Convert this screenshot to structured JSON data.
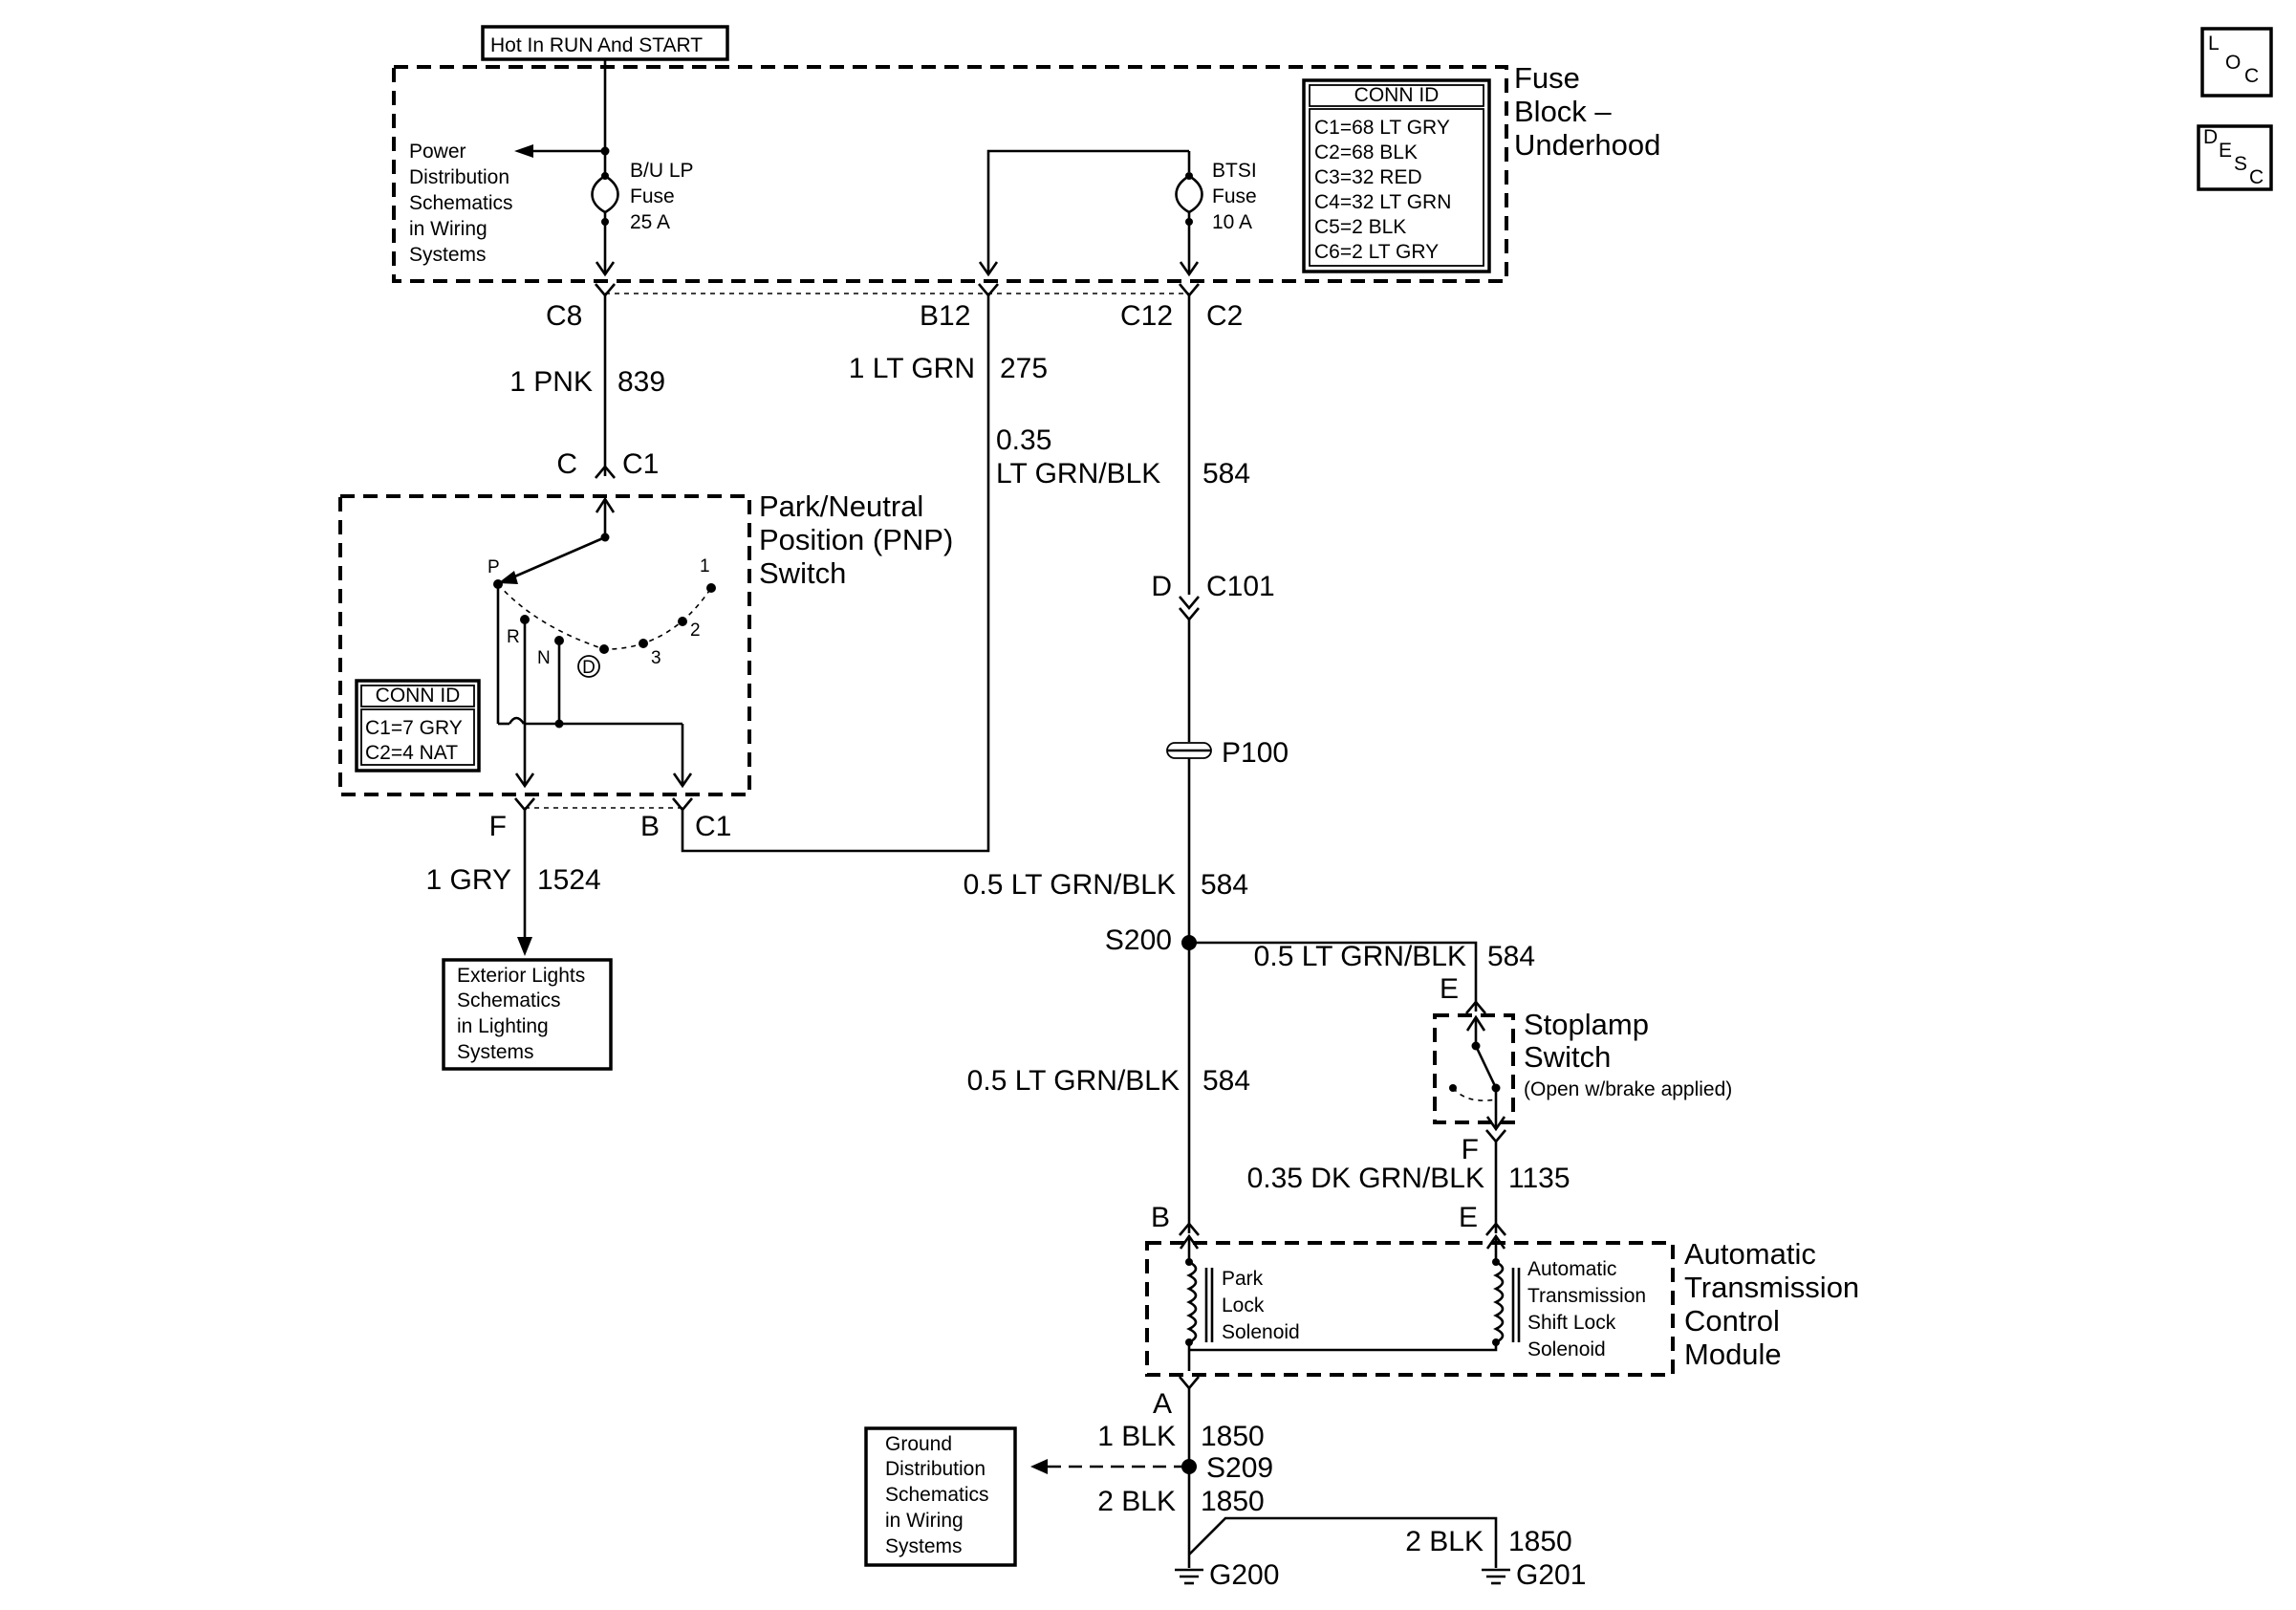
{
  "power_source": "Hot In RUN And START",
  "fuse_block": {
    "title_lines": [
      "Fuse",
      "Block –",
      "Underhood"
    ],
    "conn_id_title": "CONN ID",
    "conn_ids": [
      "C1=68 LT GRY",
      "C2=68 BLK",
      "C3=32 RED",
      "C4=32 LT GRN",
      "C5=2 BLK",
      "C6=2 LT GRY"
    ],
    "power_distribution_ref": [
      "Power",
      "Distribution",
      "Schematics",
      "in Wiring",
      "Systems"
    ],
    "fuse_bu_lp": [
      "B/U LP",
      "Fuse",
      "25 A"
    ],
    "fuse_btsi": [
      "BTSI",
      "Fuse",
      "10 A"
    ],
    "terminals": {
      "c8": "C8",
      "b12": "B12",
      "c12": "C12",
      "c2": "C2"
    }
  },
  "wires": {
    "pnk_839": {
      "gauge_color": "1 PNK",
      "circuit": "839"
    },
    "ltgrn_275": {
      "gauge_color": "1 LT GRN",
      "circuit": "275"
    },
    "ltgrnblk_584_a": {
      "gauge": "0.35",
      "color": "LT GRN/BLK",
      "circuit": "584"
    },
    "gry_1524": {
      "gauge_color": "1 GRY",
      "circuit": "1524"
    },
    "ltgrnblk_584_b": {
      "gauge_color": "0.5 LT GRN/BLK",
      "circuit": "584"
    },
    "ltgrnblk_584_c": {
      "gauge_color": "0.5 LT GRN/BLK",
      "circuit": "584"
    },
    "ltgrnblk_584_d": {
      "gauge_color": "0.5 LT GRN/BLK",
      "circuit": "584"
    },
    "dkgrnblk_1135": {
      "gauge_color": "0.35 DK GRN/BLK",
      "circuit": "1135"
    },
    "blk_1850_a": {
      "gauge_color": "1 BLK",
      "circuit": "1850"
    },
    "blk_1850_b": {
      "gauge_color": "2 BLK",
      "circuit": "1850"
    },
    "blk_1850_c": {
      "gauge_color": "2 BLK",
      "circuit": "1850"
    }
  },
  "pnp_switch": {
    "title_lines": [
      "Park/Neutral",
      "Position (PNP)",
      "Switch"
    ],
    "conn_id_title": "CONN ID",
    "conn_ids": [
      "C1=7 GRY",
      "C2=4 NAT"
    ],
    "positions": {
      "p": "P",
      "r": "R",
      "n": "N",
      "d": "D",
      "p3": "3",
      "p2": "2",
      "p1": "1"
    },
    "top_terminal": {
      "pin": "C",
      "conn": "C1"
    },
    "bottom_terminals": {
      "f": "F",
      "b": "B",
      "c1": "C1"
    }
  },
  "exterior_lights_ref": [
    "Exterior Lights",
    "Schematics",
    "in Lighting",
    "Systems"
  ],
  "connector_c101": {
    "pin": "D",
    "conn": "C101"
  },
  "splice_pack": "P100",
  "splices": {
    "s200": "S200",
    "s209": "S209"
  },
  "stoplamp_switch": {
    "pin_top": "E",
    "title_lines": [
      "Stoplamp",
      "Switch"
    ],
    "note": "(Open w/brake applied)",
    "pin_bottom": "F"
  },
  "tcm": {
    "title_lines": [
      "Automatic",
      "Transmission",
      "Control",
      "Module"
    ],
    "pin_b": "B",
    "pin_e": "E",
    "pin_a": "A",
    "park_lock": [
      "Park",
      "Lock",
      "Solenoid"
    ],
    "shift_lock": [
      "Automatic",
      "Transmission",
      "Shift Lock",
      "Solenoid"
    ]
  },
  "ground_distribution_ref": [
    "Ground",
    "Distribution",
    "Schematics",
    "in Wiring",
    "Systems"
  ],
  "grounds": {
    "g200": "G200",
    "g201": "G201"
  },
  "side_buttons": {
    "loc": {
      "l": "L",
      "o": "O",
      "c": "C"
    },
    "desc": {
      "d": "D",
      "e": "E",
      "s": "S",
      "c": "C"
    }
  }
}
